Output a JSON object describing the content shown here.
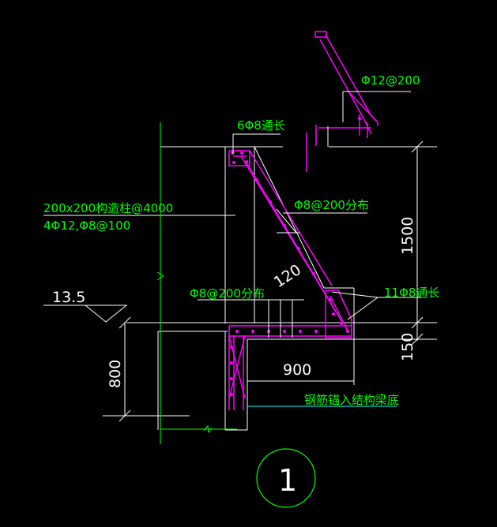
{
  "annotations": {
    "top_rebar": "Φ12@200",
    "top_long": "6Φ8通长",
    "column_size": "200x200构造柱@4000",
    "column_bars": "4Φ12,Φ8@100",
    "dist_upper": "Φ8@200分布",
    "dist_lower": "Φ8@200分布",
    "right_long": "11Φ8通长",
    "anchor_note": "钢筋锚入结构梁底"
  },
  "dimensions": {
    "level": "13.5",
    "slab_thickness": "120",
    "height_1500": "1500",
    "height_150": "150",
    "depth_800": "800",
    "width_900": "900"
  },
  "detail_number": "1",
  "colors": {
    "background": "#000000",
    "outline": "#ffffff",
    "rebar": "#ff00ff",
    "text": "#00ff00",
    "axis": "#00ff00",
    "note_line": "#00ffff"
  }
}
